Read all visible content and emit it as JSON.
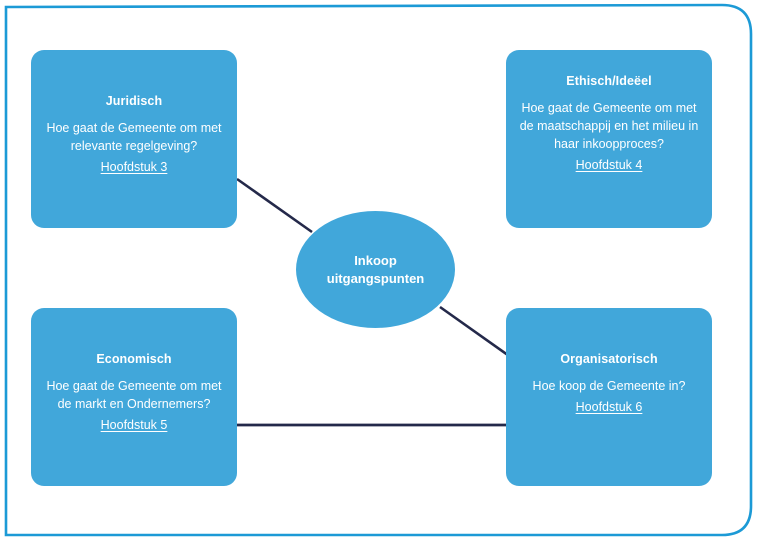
{
  "diagram": {
    "frame_color": "#1c9ad6",
    "node_fill_color": "#41a7da",
    "connector_color": "#24294a",
    "text_color": "#ffffff",
    "center": {
      "line1": "Inkoop",
      "line2": "uitgangspunten"
    },
    "nodes": [
      {
        "id": "juridisch",
        "title": "Juridisch",
        "description": "Hoe gaat de Gemeente om met relevante regelgeving?",
        "reference": "Hoofdstuk 3"
      },
      {
        "id": "ethisch",
        "title": "Ethisch/Ideëel",
        "description": "Hoe gaat de Gemeente om met de maatschappij en het milieu in haar inkoopproces?",
        "reference": "Hoofdstuk 4"
      },
      {
        "id": "economisch",
        "title": "Economisch",
        "description": "Hoe gaat de Gemeente om met de markt en Ondernemers?",
        "reference": "Hoofdstuk 5"
      },
      {
        "id": "organisatorisch",
        "title": "Organisatorisch",
        "description": "Hoe koop de Gemeente in?",
        "reference": "Hoofdstuk 6"
      }
    ],
    "connectors": [
      {
        "id": "juridisch-to-center",
        "from": "juridisch",
        "to": "center"
      },
      {
        "id": "center-to-organisatorisch",
        "from": "center",
        "to": "organisatorisch"
      },
      {
        "id": "economisch-to-organisatorisch",
        "from": "economisch",
        "to": "organisatorisch"
      }
    ]
  }
}
